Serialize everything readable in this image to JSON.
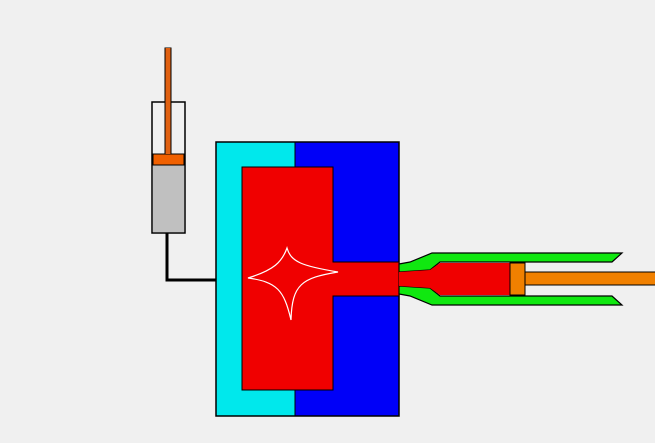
{
  "colors": {
    "background": "#f0f0f0",
    "mold_fixed_half": "#00e8ec",
    "mold_moving_half": "#0000f8",
    "melt": "#f00000",
    "part_outline": "#ffffff",
    "injection_barrel": "#10e810",
    "plunger_rod": "#f08000",
    "syringe_body": "#f0f0f0",
    "syringe_fluid": "#c0c0c0",
    "syringe_piston": "#f06000",
    "syringe_rod": "#e06010",
    "tube": "#000000",
    "outline": "#000000"
  },
  "components": [
    "syringe-icon",
    "connecting-tube",
    "mold-fixed-half",
    "mold-moving-half",
    "mold-cavity",
    "sprue-runner",
    "molded-part",
    "injection-barrel",
    "injection-plunger",
    "plunger-rod"
  ]
}
